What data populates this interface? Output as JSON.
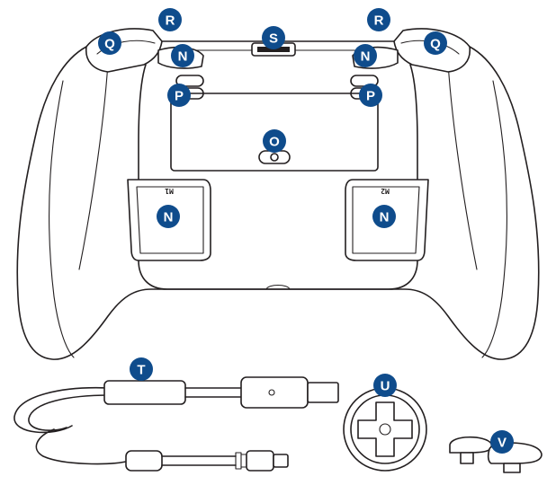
{
  "callouts": {
    "q_left": "Q",
    "r_left": "R",
    "s": "S",
    "r_right": "R",
    "q_right": "Q",
    "n_top_left": "N",
    "n_top_right": "N",
    "p_left": "P",
    "p_right": "P",
    "o": "O",
    "n_paddle_left": "N",
    "n_paddle_right": "N",
    "t": "T",
    "u": "U",
    "v": "V"
  },
  "paddle_markings": {
    "left": "M1",
    "right": "M2"
  },
  "colors": {
    "callout_fill": "#0f4c8c",
    "callout_text": "#ffffff",
    "line": "#231f20"
  }
}
